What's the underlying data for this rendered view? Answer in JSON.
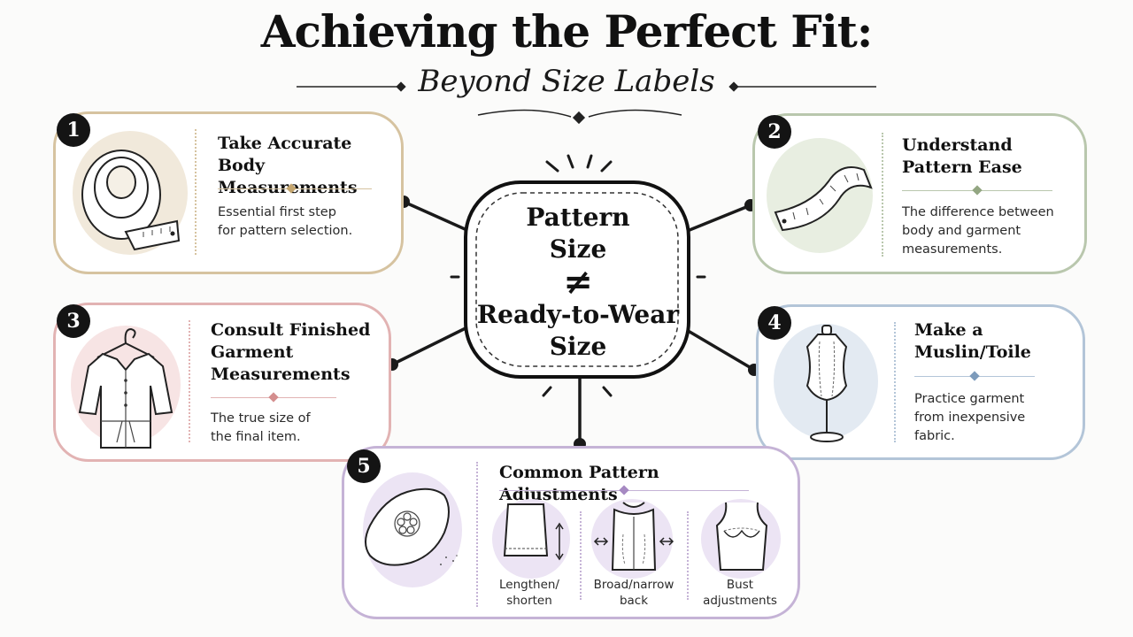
{
  "header": {
    "title": "Achieving the Perfect Fit:",
    "subtitle": "Beyond Size Labels"
  },
  "center": {
    "line1": "Pattern",
    "line2": "Size",
    "symbol": "≠",
    "line3": "Ready-to-Wear",
    "line4": "Size"
  },
  "steps": [
    {
      "number": "1",
      "title_l1": "Take Accurate",
      "title_l2": "Body Measurements",
      "desc_l1": "Essential first step",
      "desc_l2": "for pattern selection.",
      "icon": "measuring-tape-roll-icon",
      "color": "#d6c3a0"
    },
    {
      "number": "2",
      "title_l1": "Understand",
      "title_l2": "Pattern Ease",
      "desc_l1": "The difference between",
      "desc_l2": "body and garment",
      "desc_l3": "measurements.",
      "icon": "measuring-tape-strip-icon",
      "color": "#b9c7ad"
    },
    {
      "number": "3",
      "title_l1": "Consult Finished",
      "title_l2": "Garment",
      "title_l3": "Measurements",
      "desc_l1": "The true size of",
      "desc_l2": "the final item.",
      "icon": "shirt-on-hanger-icon",
      "color": "#e2b3b3"
    },
    {
      "number": "4",
      "title_l1": "Make a",
      "title_l2": "Muslin/Toile",
      "desc_l1": "Practice garment",
      "desc_l2": "from inexpensive",
      "desc_l3": "fabric.",
      "icon": "dress-form-icon",
      "color": "#b3c5d8"
    },
    {
      "number": "5",
      "title": "Common Pattern Adjustments",
      "icon": "tailors-chalk-icon",
      "color": "#c5b3d6",
      "adjustments": [
        {
          "label_l1": "Lengthen/",
          "label_l2": "shorten",
          "icon": "skirt-length-icon"
        },
        {
          "label_l1": "Broad/narrow",
          "label_l2": "back",
          "icon": "back-width-icon"
        },
        {
          "label_l1": "Bust",
          "label_l2": "adjustments",
          "icon": "bust-icon"
        }
      ]
    }
  ]
}
